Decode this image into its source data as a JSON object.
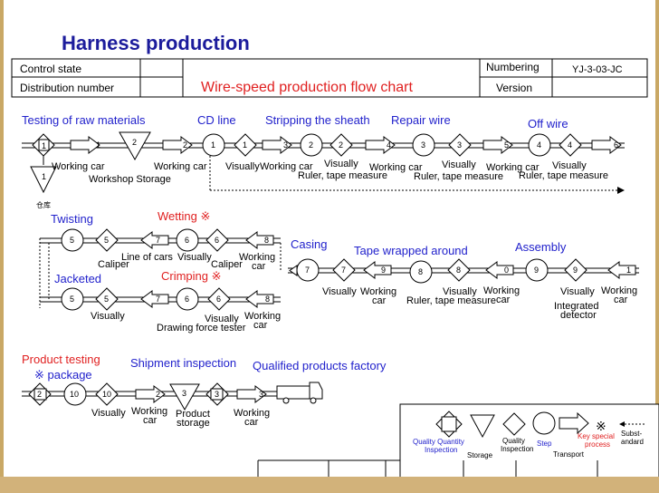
{
  "page_title": "Harness production",
  "header": {
    "control_state": "Control state",
    "distribution_number": "Distribution number",
    "chart_title": "Wire-speed production flow chart",
    "numbering_label": "Numbering",
    "numbering_value": "YJ-3-03-JC",
    "version_label": "Version",
    "version_value": ""
  },
  "sections": {
    "raw": "Testing of raw materials",
    "cd": "CD line",
    "strip": "Stripping the sheath",
    "repair": "Repair wire",
    "off": "Off wire",
    "twist": "Twisting",
    "wetting": "Wetting ※",
    "jacketed": "Jacketed",
    "crimping": "Crimping ※",
    "casing": "Casing",
    "tape": "Tape wrapped around",
    "assembly": "Assembly",
    "product_testing": "Product testing",
    "package": "※  package",
    "shipment": "Shipment inspection",
    "qualified": "Qualified products factory"
  },
  "labels": {
    "working_car": "Working car",
    "workshop_storage": "Workshop Storage",
    "cangku": "仓库",
    "visually": "Visually",
    "ruler_tape": "Ruler, tape measure",
    "ruler_tape2": "Ruler, tape measure",
    "caliper": "Caliper",
    "line_of_cars": "Line of cars",
    "drawing_force": "Drawing force tester",
    "working": "Working",
    "car": "car",
    "integrated": "Integrated",
    "detector": "detector",
    "product": "Product",
    "storage": "storage"
  },
  "legend": {
    "quality_quantity": "Quality Quantity",
    "inspection": "Inspection",
    "storage": "Storage",
    "quality": "Quality",
    "inspection2": "Inspection",
    "step": "Step",
    "transport": "Transport",
    "key_special": "Key special",
    "process": "process",
    "substandard1": "Subst-",
    "substandard2": "andard",
    "mark": "※"
  },
  "numbers": {
    "n1": "1",
    "n2": "2",
    "n3": "3",
    "n4": "4",
    "n5": "5",
    "n6": "6",
    "n7": "7",
    "n8": "8",
    "n9": "9",
    "n10": "10",
    "n0": "0"
  },
  "colors": {
    "blue": "#2222cc",
    "red": "#e02020",
    "frame": "#c9a865"
  }
}
